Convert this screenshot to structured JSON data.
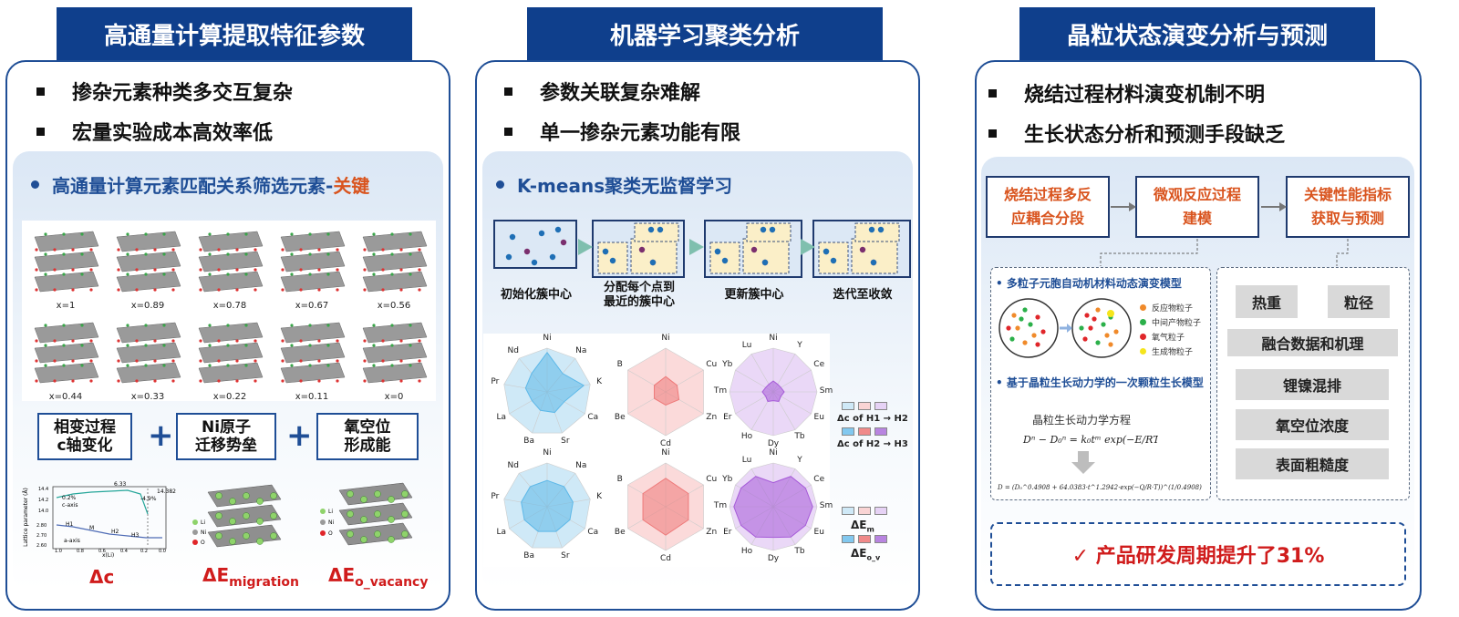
{
  "panels": [
    {
      "title": "高通量计算提取特征参数",
      "bullets": [
        "掺杂元素种类多交互复杂",
        "宏量实验成本高效率低"
      ],
      "sub_heading_main": "高通量计算元素匹配关系筛选元素-",
      "sub_heading_accent": "关键",
      "crystal_labels": [
        "x=1",
        "x=0.89",
        "x=0.78",
        "x=0.67",
        "x=0.56",
        "x=0.44",
        "x=0.33",
        "x=0.22",
        "x=0.11",
        "x=0"
      ],
      "feature_boxes": [
        {
          "line1": "相变过程",
          "line2": "c轴变化"
        },
        {
          "line1": "Ni原子",
          "line2": "迁移势垒"
        },
        {
          "line1": "氧空位",
          "line2": "形成能"
        }
      ],
      "plus": "+",
      "deltas": [
        {
          "main": "Δc",
          "sub": ""
        },
        {
          "main": "ΔE",
          "sub": "migration"
        },
        {
          "main": "ΔE",
          "sub": "o_vacancy"
        }
      ],
      "plot": {
        "ylabel": "Lattice parameter (Å)",
        "xlabel": "x(Li)",
        "annotations": [
          "0.2%",
          "c-axis",
          "-4.9%",
          "6.33",
          "14.382",
          "H1",
          "M",
          "H2",
          "H3",
          "a-axis"
        ],
        "yticks": [
          "2.60",
          "2.70",
          "2.80",
          "14.0",
          "14.2",
          "14.4"
        ],
        "xticks": [
          "1.0",
          "0.8",
          "0.6",
          "0.4",
          "0.2",
          "0.0"
        ]
      },
      "mini_legend": [
        "Li",
        "Ni",
        "O"
      ]
    },
    {
      "title": "机器学习聚类分析",
      "bullets": [
        "参数关联复杂难解",
        "单一掺杂元素功能有限"
      ],
      "sub_heading": "K-means聚类无监督学习",
      "steps": [
        {
          "line1": "初始化簇中心",
          "line2": ""
        },
        {
          "line1": "分配每个点到",
          "line2": "最近的簇中心"
        },
        {
          "line1": "更新簇中心",
          "line2": ""
        },
        {
          "line1": "迭代至收敛",
          "line2": ""
        }
      ],
      "radar_axes": [
        [
          "Ni",
          "Na",
          "K",
          "Ca",
          "Sr",
          "Ba",
          "La",
          "Pr",
          "Nd"
        ],
        [
          "Ni",
          "Cu",
          "Zn",
          "Cd",
          "Be",
          "B"
        ],
        [
          "Ni",
          "Y",
          "Ce",
          "Sm",
          "Eu",
          "Tb",
          "Dy",
          "Ho",
          "Er",
          "Tm",
          "Yb",
          "Lu"
        ]
      ],
      "radar_legend_top": [
        "Δc of H1 → H2",
        "Δc of H2 → H3"
      ],
      "radar_legend_bottom": [
        "ΔE",
        "m",
        "ΔE",
        "o_v"
      ]
    },
    {
      "title": "晶粒状态演变分析与预测",
      "bullets": [
        "烧结过程材料演变机制不明",
        "生长状态分析和预测手段缺乏"
      ],
      "flow": [
        {
          "line1": "烧结过程多反",
          "line2": "应耦合分段"
        },
        {
          "line1": "微观反应过程",
          "line2": "建模"
        },
        {
          "line1": "关键性能指标",
          "line2": "获取与预测"
        }
      ],
      "model_head_1": "多粒子元胞自动机材料动态演变模型",
      "particle_legend": [
        "反应物粒子",
        "中间产物粒子",
        "氧气粒子",
        "生成物粒子"
      ],
      "model_head_2": "基于晶粒生长动力学的一次颗粒生长模型",
      "equation_title": "晶粒生长动力学方程",
      "right_items": [
        "热重",
        "粒径",
        "融合数据和机理",
        "锂镍混排",
        "氧空位浓度",
        "表面粗糙度"
      ],
      "result": "✓ 产品研发周期提升了31%"
    }
  ],
  "colors": {
    "navy": "#0f3f8c",
    "accent": "#d9541e",
    "red": "#d01c1c"
  }
}
